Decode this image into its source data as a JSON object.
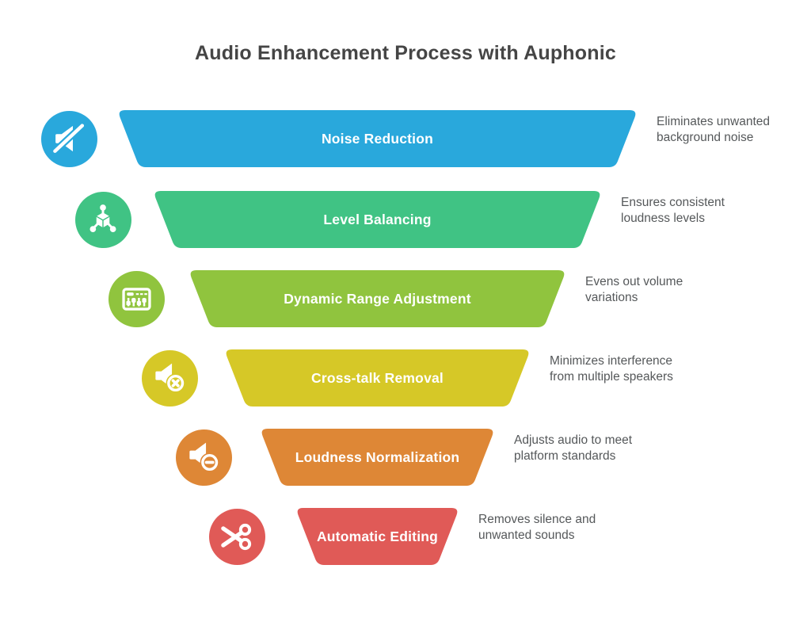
{
  "title": "Audio Enhancement Process with Auphonic",
  "colors": {
    "title_text": "#454545",
    "description_text": "#55585a",
    "band_label_text": "#ffffff"
  },
  "funnel": {
    "steps": [
      {
        "label": "Noise Reduction",
        "description": "Eliminates unwanted\nbackground noise",
        "color": "#29A8DC",
        "icon": "muted-speaker-icon"
      },
      {
        "label": "Level Balancing",
        "description": "Ensures consistent\nloudness levels",
        "color": "#40C384",
        "icon": "cube-hub-icon"
      },
      {
        "label": "Dynamic Range Adjustment",
        "description": "Evens out volume\nvariations",
        "color": "#90C43E",
        "icon": "mixer-sliders-icon"
      },
      {
        "label": "Cross-talk Removal",
        "description": "Minimizes interference\nfrom multiple speakers",
        "color": "#D6C827",
        "icon": "speaker-x-icon"
      },
      {
        "label": "Loudness Normalization",
        "description": "Adjusts audio to meet\nplatform standards",
        "color": "#DE8736",
        "icon": "speaker-minus-icon"
      },
      {
        "label": "Automatic Editing",
        "description": "Removes silence and\nunwanted sounds",
        "color": "#E05A57",
        "icon": "scissors-icon"
      }
    ]
  }
}
